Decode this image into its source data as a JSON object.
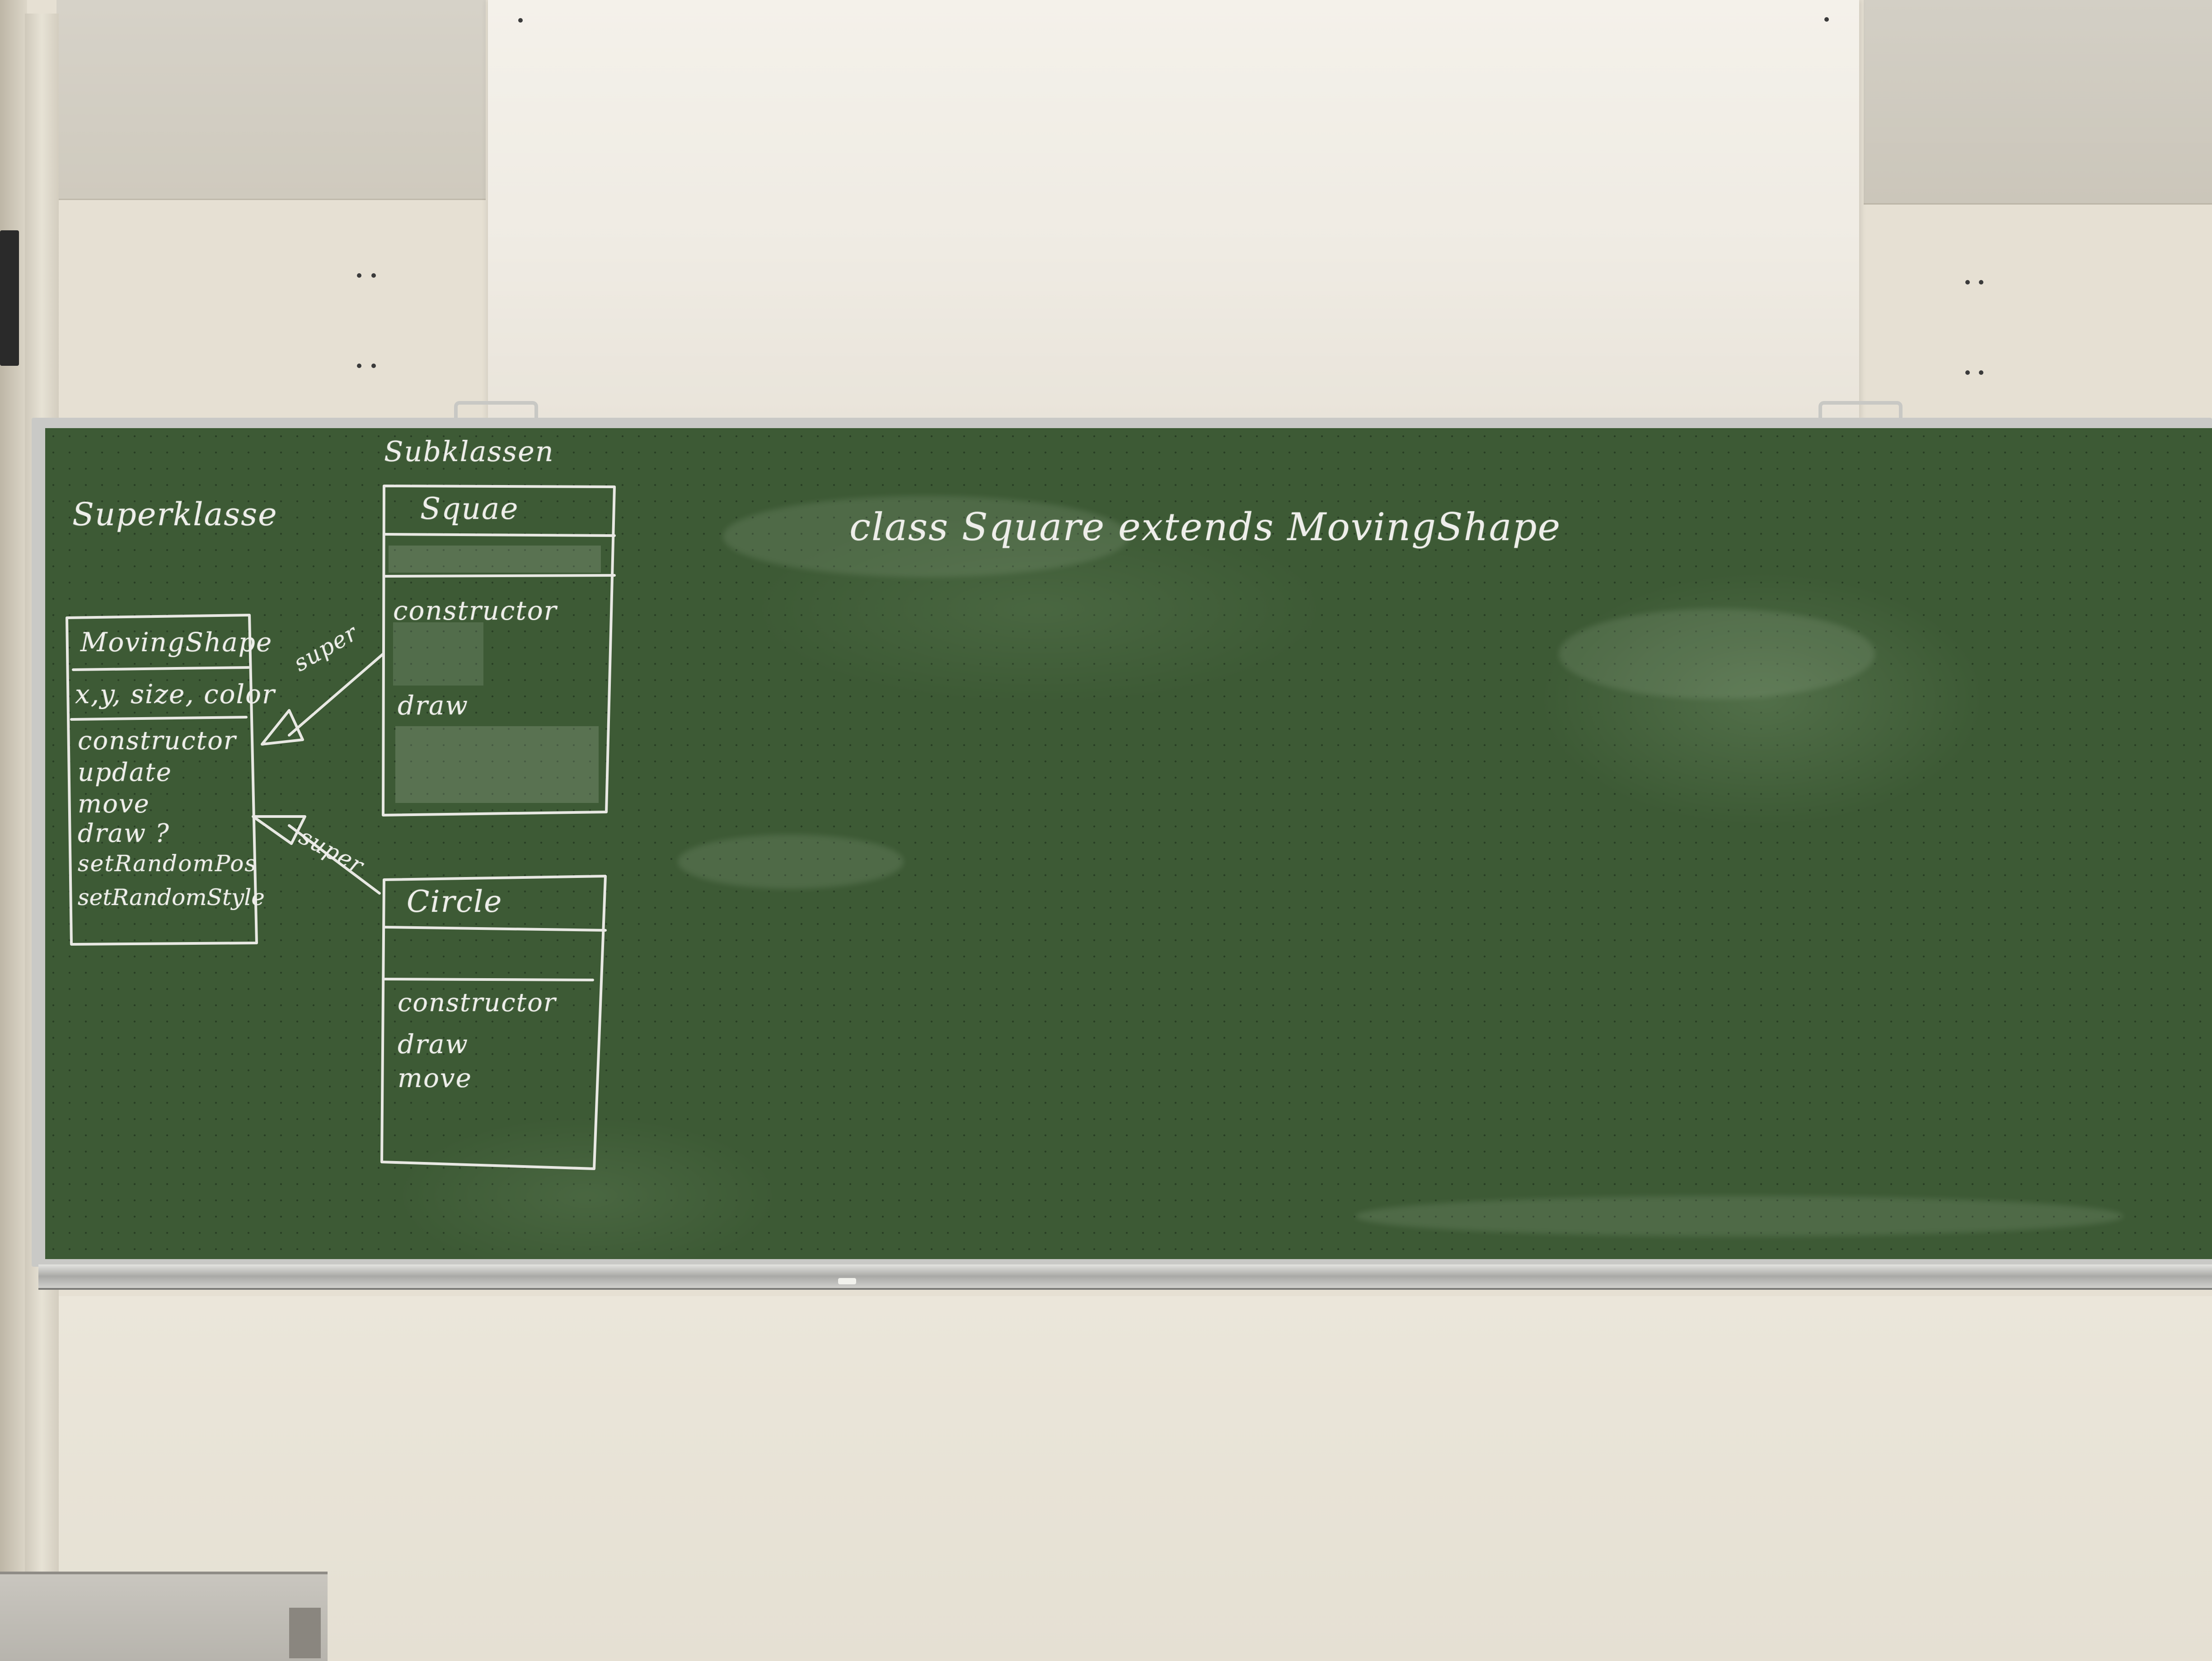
{
  "chalkboard": {
    "superclass_heading": "Superklasse",
    "subclasses_heading": "Subklassen",
    "class_declaration": "class Square   extends   MovingShape",
    "superclass_box": {
      "name": "MovingShape",
      "attributes": "x,y, size, color",
      "methods": [
        "constructor",
        "update",
        "move",
        "draw ?",
        "setRandomPos",
        "setRandomStyle"
      ]
    },
    "square_box": {
      "name": "Squae",
      "methods": [
        "constructor",
        "draw"
      ]
    },
    "circle_box": {
      "name": "Circle",
      "methods": [
        "constructor",
        "draw",
        "move"
      ]
    },
    "arrow_label_top": "super",
    "arrow_label_bottom": "super"
  },
  "colors": {
    "chalkboard": "#3d5a35",
    "chalk": "#eeeeea",
    "wall": "#e6e0d3"
  }
}
